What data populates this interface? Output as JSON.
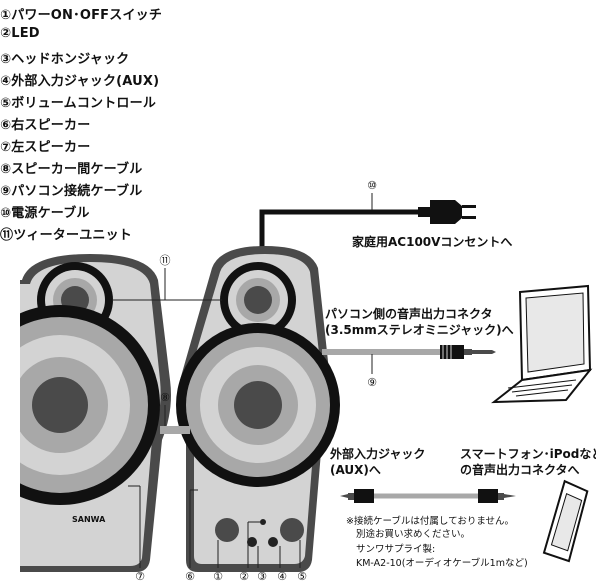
{
  "legend": [
    "①パワーON･OFFスイッチ",
    "②LED",
    "③ヘッドホンジャック",
    "④外部入力ジャック(AUX)",
    "⑤ボリュームコントロール",
    "⑥右スピーカー",
    "⑦左スピーカー",
    "⑧スピーカー間ケーブル",
    "⑨パソコン接続ケーブル",
    "⑩電源ケーブル",
    "⑪ツィーターユニット"
  ],
  "callouts": {
    "n1": "①",
    "n2": "②",
    "n3": "③",
    "n4": "④",
    "n5": "⑤",
    "n6": "⑥",
    "n7": "⑦",
    "n8": "⑧",
    "n9": "⑨",
    "n10": "⑩",
    "n11": "⑪"
  },
  "labels": {
    "ac_outlet": "家庭用AC100Vコンセントへ",
    "pc_output_1": "パソコン側の音声出力コネクタ",
    "pc_output_2": "(3.5mmステレオミニジャック)へ",
    "aux_in_1": "外部入力ジャック",
    "aux_in_2": "(AUX)へ",
    "phone_1": "スマートフォン･iPodなど",
    "phone_2": "の音声出力コネクタへ",
    "brand": "SANWA"
  },
  "note": [
    "※接続ケーブルは付属しておりません。",
    "別途お買い求めください。",
    "サンワサプライ製:",
    "KM-A2-10(オーディオケーブル1mなど)"
  ],
  "colors": {
    "body": "#4a4a4a",
    "panel": "#d3d3d3",
    "woofer": "#a8a8a8",
    "dark": "#111111",
    "line": "#222222"
  }
}
